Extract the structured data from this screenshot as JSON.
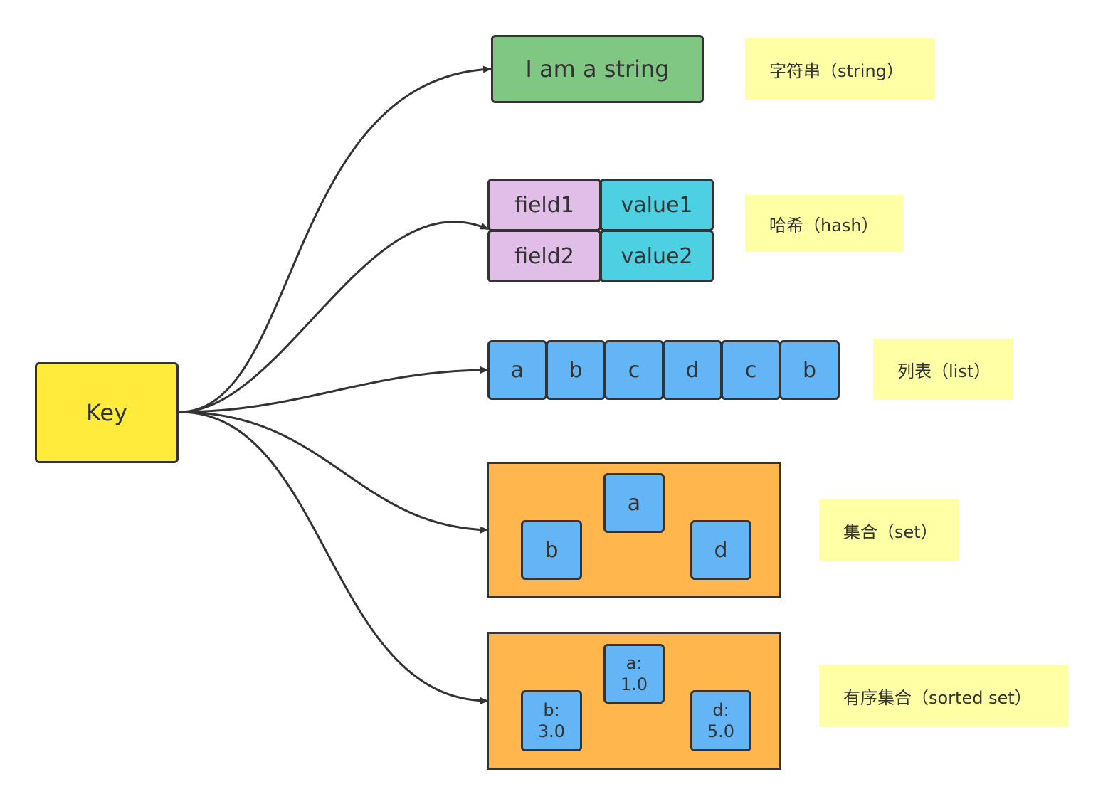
{
  "key": {
    "label": "Key"
  },
  "string": {
    "value": "I am a string",
    "note": "字符串（string）"
  },
  "hash": {
    "rows": [
      {
        "field": "field1",
        "value": "value1"
      },
      {
        "field": "field2",
        "value": "value2"
      }
    ],
    "note": "哈希（hash）"
  },
  "list": {
    "items": [
      "a",
      "b",
      "c",
      "d",
      "c",
      "b"
    ],
    "note": "列表（list）"
  },
  "set": {
    "members": [
      "a",
      "b",
      "d"
    ],
    "note": "集合（set）"
  },
  "zset": {
    "members": [
      {
        "name": "a:",
        "score": "1.0"
      },
      {
        "name": "b:",
        "score": "3.0"
      },
      {
        "name": "d:",
        "score": "5.0"
      }
    ],
    "note": "有序集合（sorted set）"
  },
  "colors": {
    "key": "#ffeb3b",
    "string": "#81c784",
    "field": "#e1bee7",
    "value": "#4dd0e1",
    "cell": "#64b5f6",
    "group": "#ffb74d",
    "note": "#ffffa5",
    "stroke": "#333333"
  }
}
